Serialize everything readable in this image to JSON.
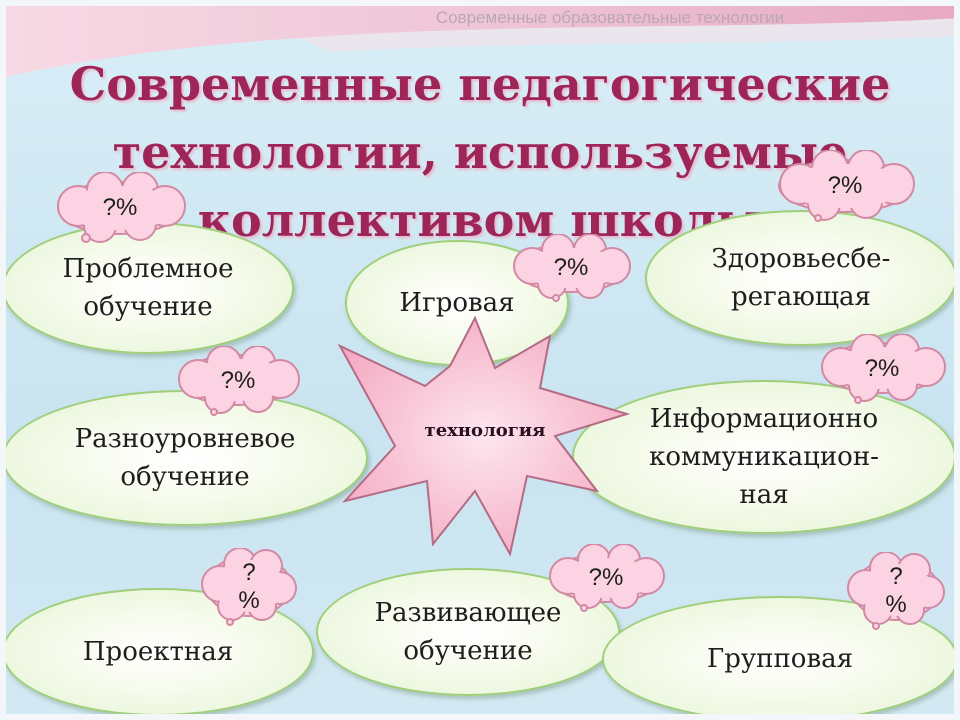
{
  "header": {
    "text": "Современные образовательные технологии"
  },
  "title": {
    "line1": "Современные педагогические",
    "line2": "технологии,  используемые",
    "line3": "коллективом школы"
  },
  "center": {
    "label": "технология"
  },
  "colors": {
    "title": "#9e2558",
    "oval_border": "#9fcf7a",
    "cloud_fill": "#fbd3e2",
    "star_fill": "#f9c9d6"
  },
  "ovals": [
    {
      "label": "Проблемное\nобучение"
    },
    {
      "label": "Игровая"
    },
    {
      "label": "Здоровьесбе-\nрегающая"
    },
    {
      "label": "Разноуровневое\nобучение"
    },
    {
      "label": "Информационно\nкоммуникацион-\nная"
    },
    {
      "label": "Проектная"
    },
    {
      "label": "Развивающее\nобучение"
    },
    {
      "label": "Групповая"
    }
  ],
  "clouds": [
    {
      "text": "?%"
    },
    {
      "text": "?%"
    },
    {
      "text": "?%"
    },
    {
      "text": "?%"
    },
    {
      "text": "?%"
    },
    {
      "text": "?\n%"
    },
    {
      "text": "?%"
    },
    {
      "text": "?\n%"
    }
  ]
}
